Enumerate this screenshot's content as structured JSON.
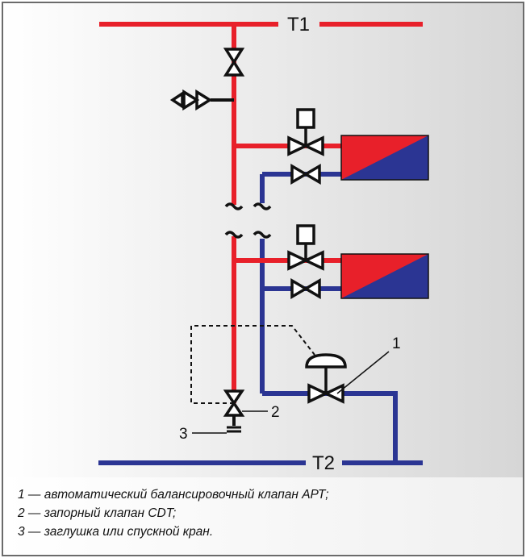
{
  "diagram": {
    "supply_line_label": "T1",
    "return_line_label": "T2",
    "callouts": {
      "c1": "1",
      "c2": "2",
      "c3": "3"
    },
    "legend": [
      "1 — автоматический балансировочный клапан АРТ;",
      "2 — запорный клапан CDT;",
      "3 — заглушка или спускной кран."
    ],
    "colors": {
      "supply": "#e8202a",
      "return": "#2b3593",
      "background_left": "#ffffff",
      "background_right": "#d9d9d9",
      "frame": "#6b6b6b"
    }
  }
}
